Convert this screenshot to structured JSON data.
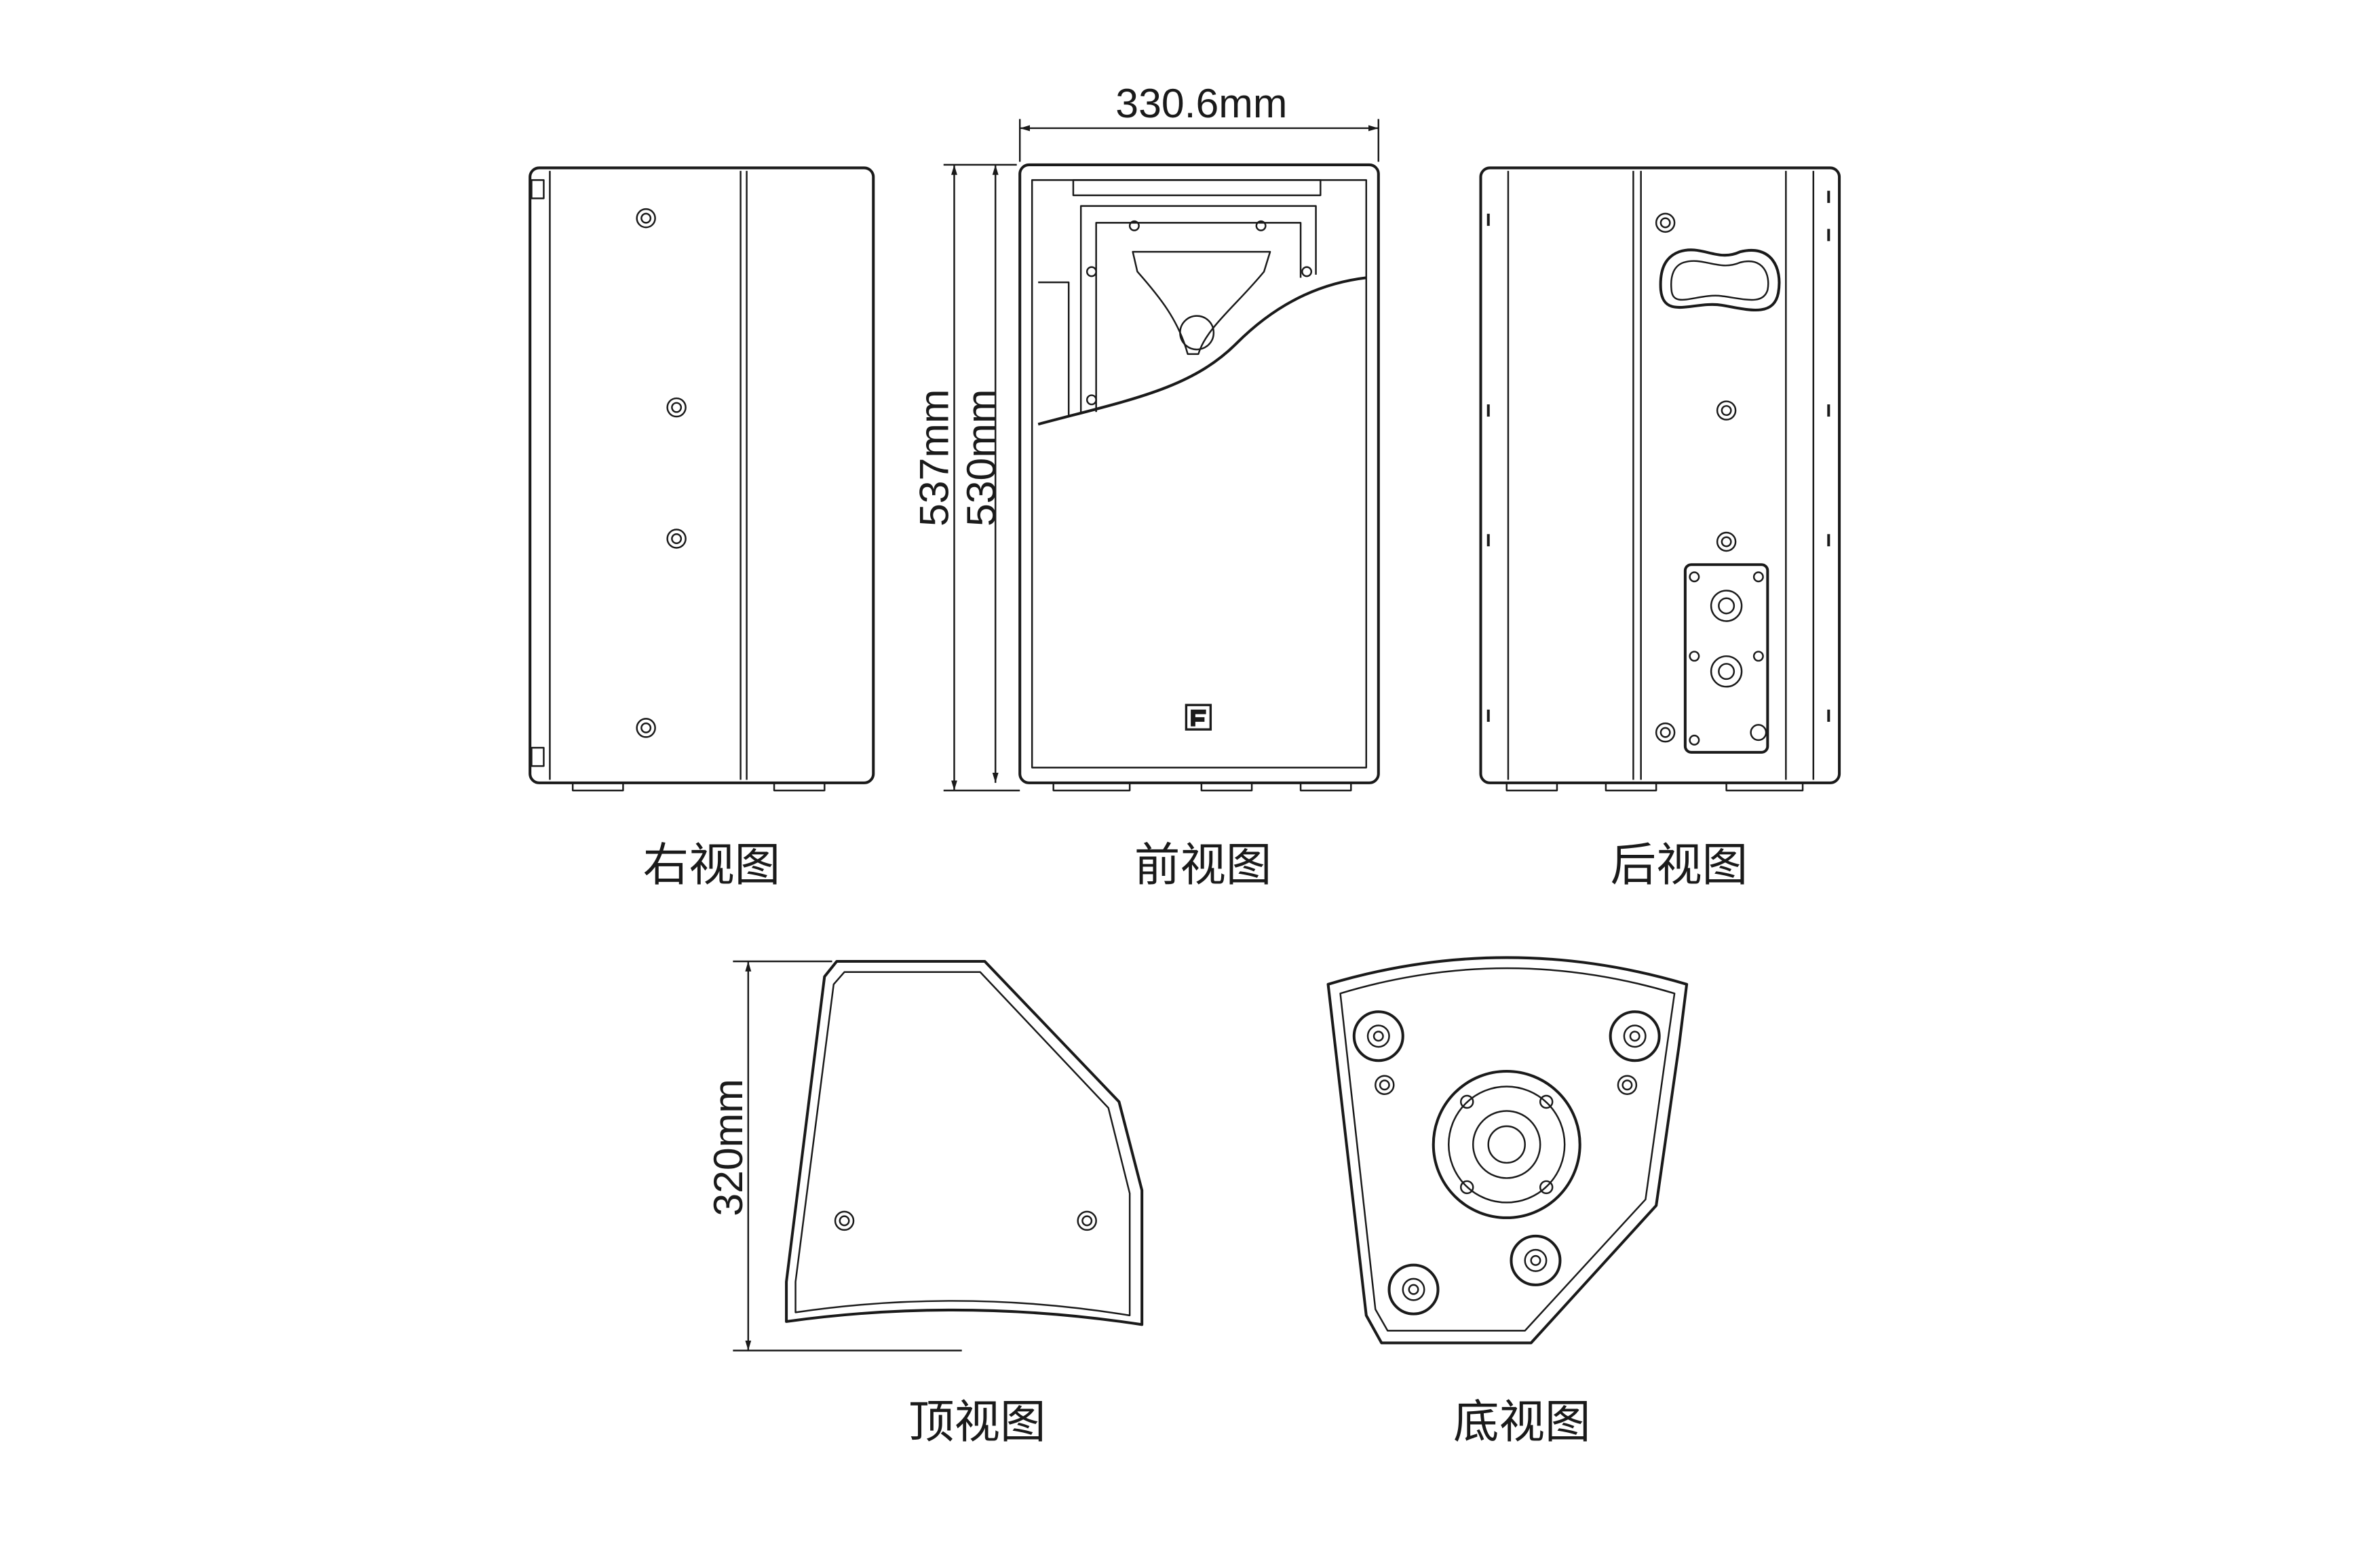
{
  "dimensions": {
    "width": "330.6mm",
    "height_total": "537mm",
    "height_cabinet": "530mm",
    "depth": "320mm"
  },
  "views": {
    "right": "右视图",
    "front": "前视图",
    "rear": "后视图",
    "top": "顶视图",
    "bottom": "底视图"
  },
  "colors": {
    "line": "#1a1a1a",
    "background": "#ffffff"
  }
}
